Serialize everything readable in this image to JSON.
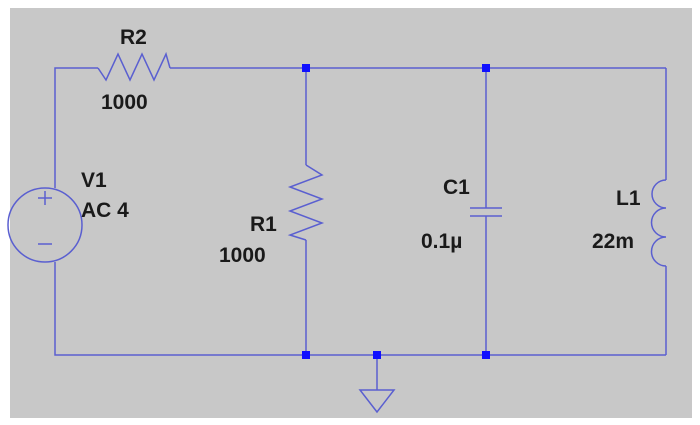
{
  "colors": {
    "background": "#c8c8c8",
    "wire": "#5a5fd0",
    "junction": "#1010ff",
    "text": "#1a1a1a"
  },
  "components": {
    "r2": {
      "name": "R2",
      "value": "1000"
    },
    "r1": {
      "name": "R1",
      "value": "1000"
    },
    "c1": {
      "name": "C1",
      "value": "0.1µ"
    },
    "l1": {
      "name": "L1",
      "value": "22m"
    },
    "v1": {
      "name": "V1",
      "value": "AC 4"
    }
  }
}
